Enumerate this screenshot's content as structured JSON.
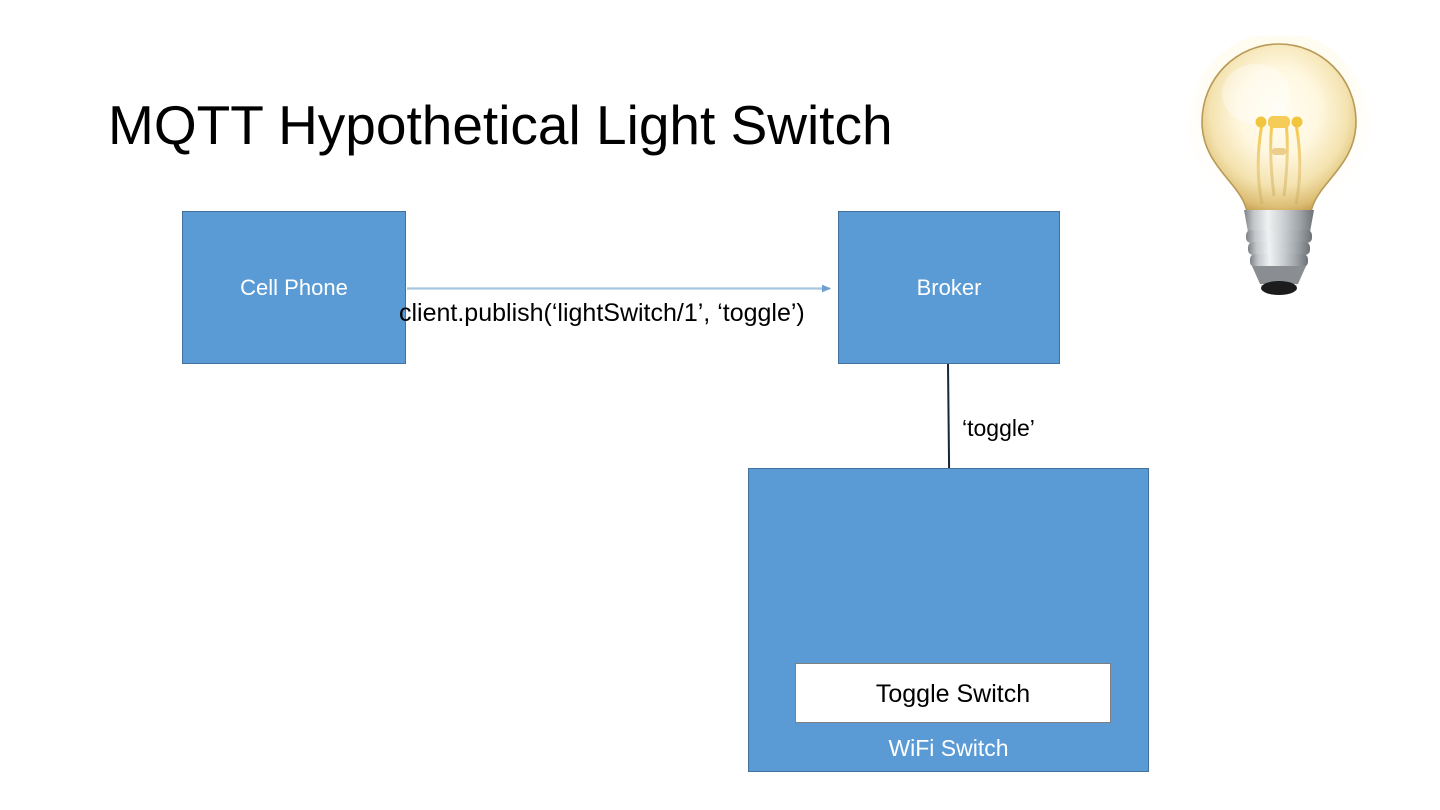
{
  "slide": {
    "title": "MQTT Hypothetical Light Switch",
    "background_color": "#FFFFFF"
  },
  "colors": {
    "box_fill": "#5B9BD5",
    "box_border": "#41719C",
    "box_text": "#FFFFFF",
    "body_text": "#000000",
    "publish_arrow": "#A9C6E0",
    "toggle_arrow": "#16263C",
    "toggle_switch_fill": "#FFFFFF",
    "toggle_switch_border": "#7F7F7F",
    "bulb_glass": "#EFD9A0",
    "bulb_glow": "#FFF6DC",
    "bulb_base": "#BFBFBF"
  },
  "nodes": {
    "cell_phone": {
      "label": "Cell Phone"
    },
    "broker": {
      "label": "Broker"
    },
    "wifi_switch": {
      "label": "WiFi Switch"
    },
    "toggle_switch": {
      "label": "Toggle Switch"
    }
  },
  "edges": {
    "publish": {
      "label": "client.publish(‘lightSwitch/1’, ‘toggle’)",
      "from": "Cell Phone",
      "to": "Broker",
      "direction": "right"
    },
    "deliver": {
      "label": "‘toggle’",
      "from": "Broker",
      "to": "Toggle Switch",
      "direction": "down"
    }
  },
  "decoration": {
    "light_bulb": {
      "name": "light-bulb-illustration",
      "state": "lit"
    }
  }
}
